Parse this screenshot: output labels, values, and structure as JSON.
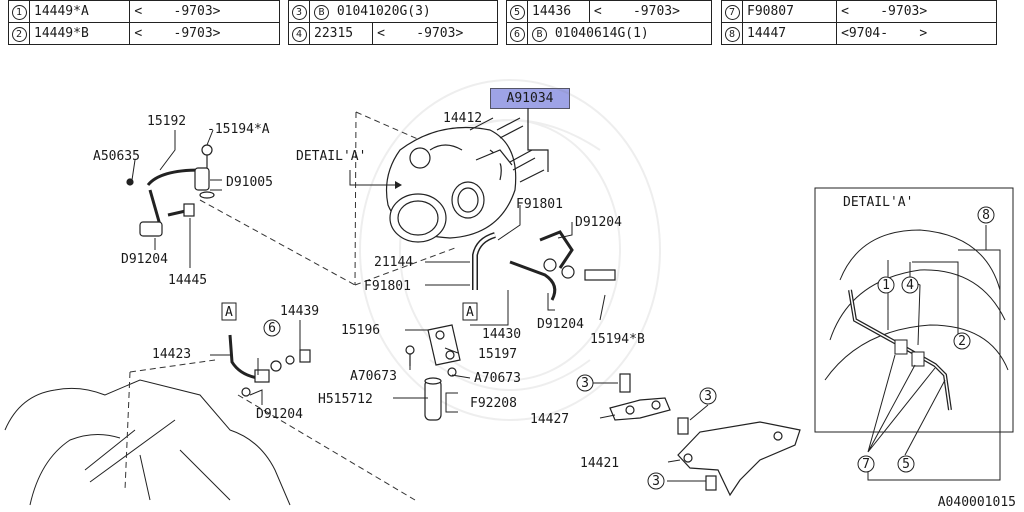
{
  "legend": [
    {
      "rows": [
        {
          "n": "1",
          "b": "",
          "part": "14449*A",
          "range": "<    -9703>"
        },
        {
          "n": "2",
          "b": "",
          "part": "14449*B",
          "range": "<    -9703>"
        }
      ]
    },
    {
      "rows": [
        {
          "n": "3",
          "b": "B",
          "part": "01041020G(3)",
          "range": ""
        },
        {
          "n": "4",
          "b": "",
          "part": "22315",
          "range": "<    -9703>"
        }
      ]
    },
    {
      "rows": [
        {
          "n": "5",
          "b": "",
          "part": "14436",
          "range": "<    -9703>"
        },
        {
          "n": "6",
          "b": "B",
          "part": "01040614G(1)",
          "range": ""
        }
      ]
    },
    {
      "rows": [
        {
          "n": "7",
          "b": "",
          "part": "F90807",
          "range": "<    -9703>"
        },
        {
          "n": "8",
          "b": "",
          "part": "14447",
          "range": "<9704-    >"
        }
      ]
    }
  ],
  "highlight": "A91034",
  "labels": {
    "p14412": "14412",
    "p15192": "15192",
    "p15194a": "-15194*A",
    "a50635": "A50635",
    "d91005": "D91005",
    "detail": "DETAIL'A'",
    "d91204a": "D91204",
    "p14445": "14445",
    "f91801a": "F91801",
    "d91204b": "D91204",
    "p21144": "21144",
    "f91801b": "F91801",
    "boxA1": "A",
    "p14430": "14430",
    "d91204c": "D91204",
    "p15194b": "15194*B",
    "boxA2": "A",
    "p14439": "14439",
    "p14423": "14423",
    "d91204d": "D91204",
    "p15196": "15196",
    "p15197": "15197",
    "a70673a": "A70673",
    "a70673b": "A70673",
    "h515712": "H515712",
    "f92208": "F92208",
    "p14427": "14427",
    "p14421": "14421",
    "detailTitle": "DETAIL'A'",
    "c1": "1",
    "c2": "2",
    "c3a": "3",
    "c3b": "3",
    "c3c": "3",
    "c4": "4",
    "c5": "5",
    "c6": "6",
    "c7": "7",
    "c8": "8"
  },
  "figure_code": "A040001015"
}
